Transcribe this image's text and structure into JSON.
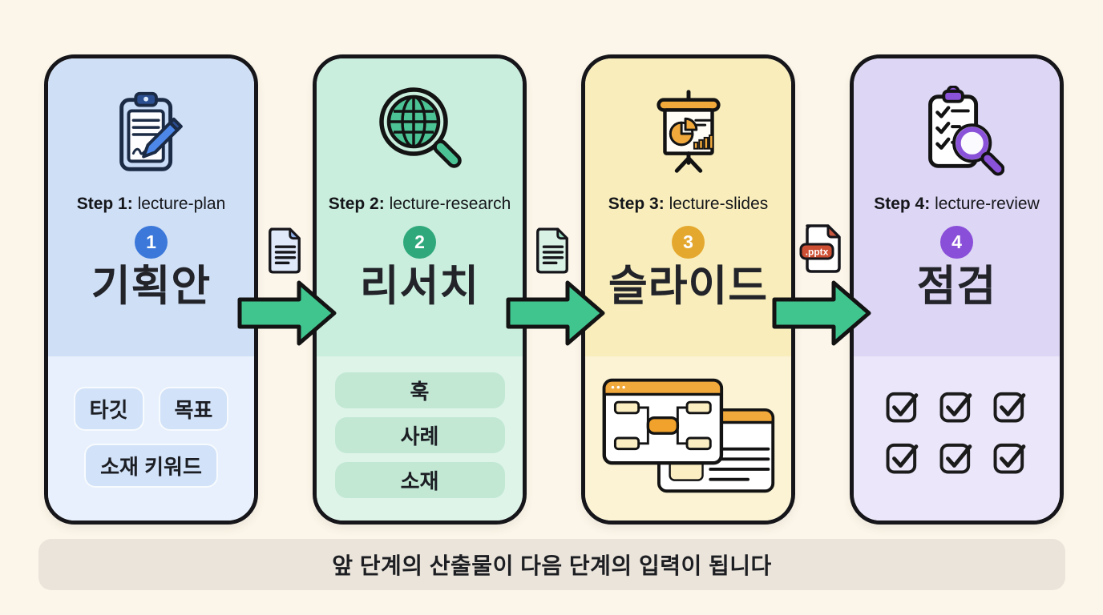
{
  "banner": {
    "text": "앞 단계의 산출물이 다음 단계의 입력이 됩니다"
  },
  "steps": [
    {
      "step_label": "Step 1:",
      "step_name": "lecture-plan",
      "number": "1",
      "title": "기획안",
      "icon": "clipboard-pen-icon",
      "tags": [
        "타깃",
        "목표",
        "소재 키워드"
      ]
    },
    {
      "step_label": "Step 2:",
      "step_name": "lecture-research",
      "number": "2",
      "title": "리서치",
      "icon": "globe-magnifier-icon",
      "items": [
        "훅",
        "사례",
        "소재"
      ]
    },
    {
      "step_label": "Step 3:",
      "step_name": "lecture-slides",
      "number": "3",
      "title": "슬라이드",
      "icon": "presentation-chart-icon",
      "illustration": "overlapping-slides-illustration"
    },
    {
      "step_label": "Step 4:",
      "step_name": "lecture-review",
      "number": "4",
      "title": "점검",
      "icon": "checklist-magnifier-icon",
      "checkbox_count": 6
    }
  ],
  "connectors": [
    {
      "icon": "document-file-icon-blue",
      "label": ""
    },
    {
      "icon": "document-file-icon-green",
      "label": ""
    },
    {
      "icon": "pptx-file-icon",
      "label": ".pptx"
    }
  ],
  "colors": {
    "background": "#fcf6ea",
    "arrow_green": "#41c58f",
    "badge_step1": "#3b78da",
    "badge_step2": "#2fa87c",
    "badge_step3": "#e5a82e",
    "badge_step4": "#8a4fd8",
    "card1_top": "#cfdff6",
    "card1_bottom": "#e7f0fc",
    "card2_top": "#c9eedd",
    "card2_bottom": "#def4e9",
    "card3_top": "#f9eebb",
    "card3_bottom": "#fbf3d4",
    "card4_top": "#ddd6f5",
    "card4_bottom": "#ebe6fa",
    "banner_bg": "#eae4db"
  }
}
